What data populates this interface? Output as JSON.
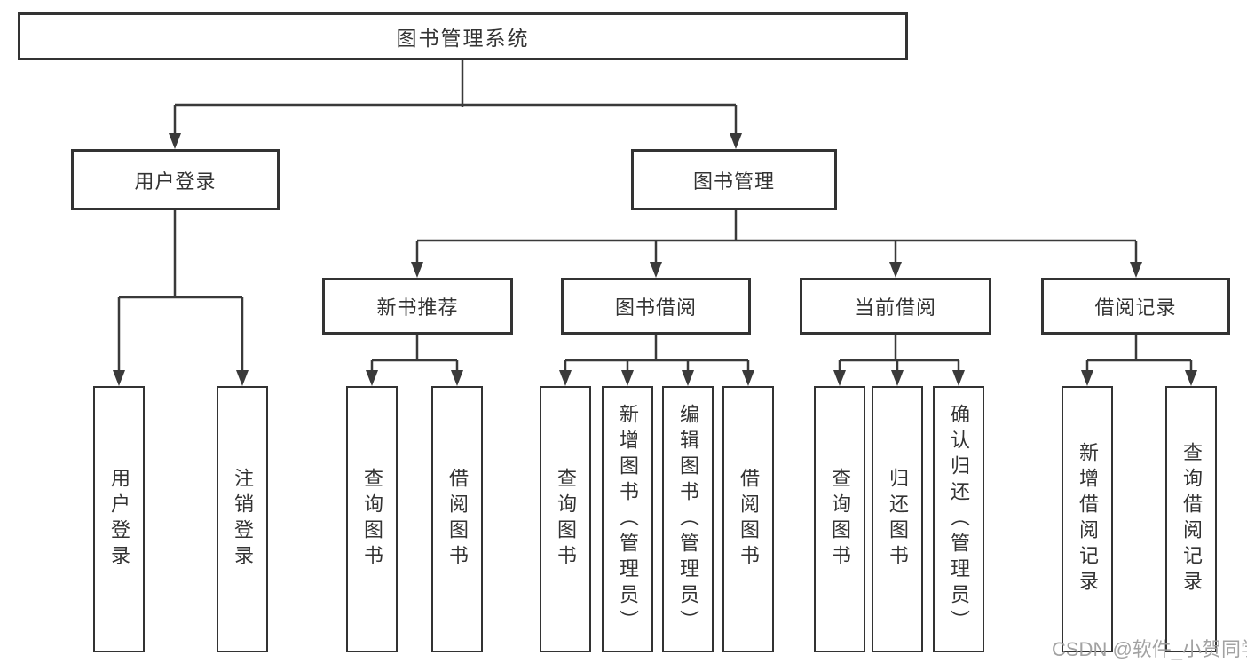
{
  "diagram": {
    "nodes": {
      "root": "图书管理系统",
      "user_login": "用户登录",
      "book_mgmt": "图书管理",
      "new_book_rec": "新书推荐",
      "book_borrow": "图书借阅",
      "current_borrow": "当前借阅",
      "borrow_records": "借阅记录",
      "leaf_user_login": "用户登录",
      "leaf_logout": "注销登录",
      "rec_query_book": "查询图书",
      "rec_borrow_book": "借阅图书",
      "bb_query_book": "查询图书",
      "bb_add_book": "新增图书（管理员）",
      "bb_edit_book": "编辑图书（管理员）",
      "bb_borrow_book": "借阅图书",
      "cb_query_book": "查询图书",
      "cb_return_book": "归还图书",
      "cb_confirm_return": "确认归还（管理员）",
      "br_add_record": "新增借阅记录",
      "br_query_record": "查询借阅记录"
    },
    "edges": [
      {
        "from": "root",
        "to": [
          "user_login",
          "book_mgmt"
        ]
      },
      {
        "from": "user_login",
        "to": [
          "leaf_user_login",
          "leaf_logout"
        ]
      },
      {
        "from": "book_mgmt",
        "to": [
          "new_book_rec",
          "book_borrow",
          "current_borrow",
          "borrow_records"
        ]
      },
      {
        "from": "new_book_rec",
        "to": [
          "rec_query_book",
          "rec_borrow_book"
        ]
      },
      {
        "from": "book_borrow",
        "to": [
          "bb_query_book",
          "bb_add_book",
          "bb_edit_book",
          "bb_borrow_book"
        ]
      },
      {
        "from": "current_borrow",
        "to": [
          "cb_query_book",
          "cb_return_book",
          "cb_confirm_return"
        ]
      },
      {
        "from": "borrow_records",
        "to": [
          "br_add_record",
          "br_query_record"
        ]
      }
    ]
  },
  "watermark": "CSDN @软件_小贺同学",
  "colors": {
    "line": "#3a3a3a",
    "box_border": "#333333",
    "box_fill": "#ffffff",
    "text": "#333333",
    "watermark": "#9b9b9b"
  }
}
